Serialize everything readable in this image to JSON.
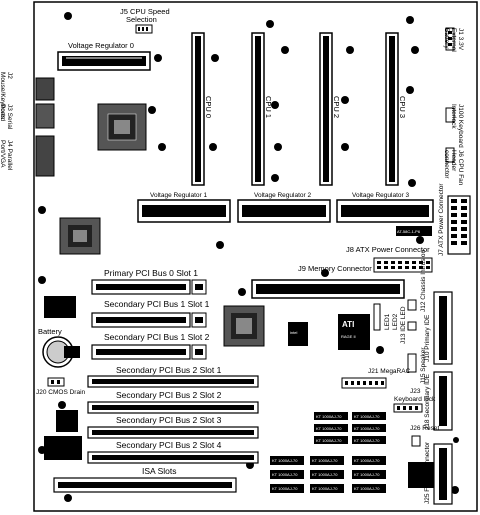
{
  "labels": {
    "j5": "J5 CPU Speed",
    "j5b": "Selection",
    "vr0": "Voltage   Regulator   0",
    "vr1": "Voltage    Regulator   1",
    "vr2": "Voltage  Regulator  2",
    "vr3": "Voltage  Regulator  3",
    "cpu0": "CPU 0",
    "cpu1": "CPU 1",
    "cpu2": "CPU 2",
    "cpu3": "CPU 3",
    "j2": "J2 Mouse/Keyboard Block",
    "j3": "J3 Serial Ports",
    "j4": "J4 Parallel Port/VGA",
    "j1": "J1 3.3V External Battery",
    "j100": "J100 Keyboard Interlock",
    "j6": "J6 CPU Fan Header connector",
    "j7": "J7 ATX Power Connector",
    "j8": "J8 ATX Power Connector",
    "j9": "J9 Memory Connector",
    "pci0": "Primary PCI Bus 0 Slot 1",
    "pci11": "Secondary PCI Bus 1 Slot 1",
    "pci12": "Secondary PCI Bus 1 Slot 2",
    "pci21": "Secondary PCI Bus 2 Slot 1",
    "pci22": "Secondary PCI Bus 2 Slot 2",
    "pci23": "Secondary PCI Bus 2 Slot 3",
    "pci24": "Secondary PCI Bus 2 Slot 4",
    "isa": "ISA Slots",
    "battery": "Battery",
    "j20": "J20 CMOS Drain",
    "led1": "LED1",
    "led2": "LED2",
    "j12": "J12 Chassis Intrusion",
    "j13": "J13 IDE LED",
    "j10": "J10 Primary IDE",
    "j15": "J15 Speaker",
    "j18": "J18 Secondary IDE",
    "j21": "J21 MegaRAC",
    "j23": "J23",
    "kblock": "Keyboard lock",
    "j26": "J26 Reset",
    "j25": "J25 Floppy connector",
    "intel": "intel",
    "ati": "ATI",
    "ati_sub": "RAGE II",
    "dimm": "KT 1000AJ-70",
    "chip_small": "AT-58C-1-P6"
  }
}
